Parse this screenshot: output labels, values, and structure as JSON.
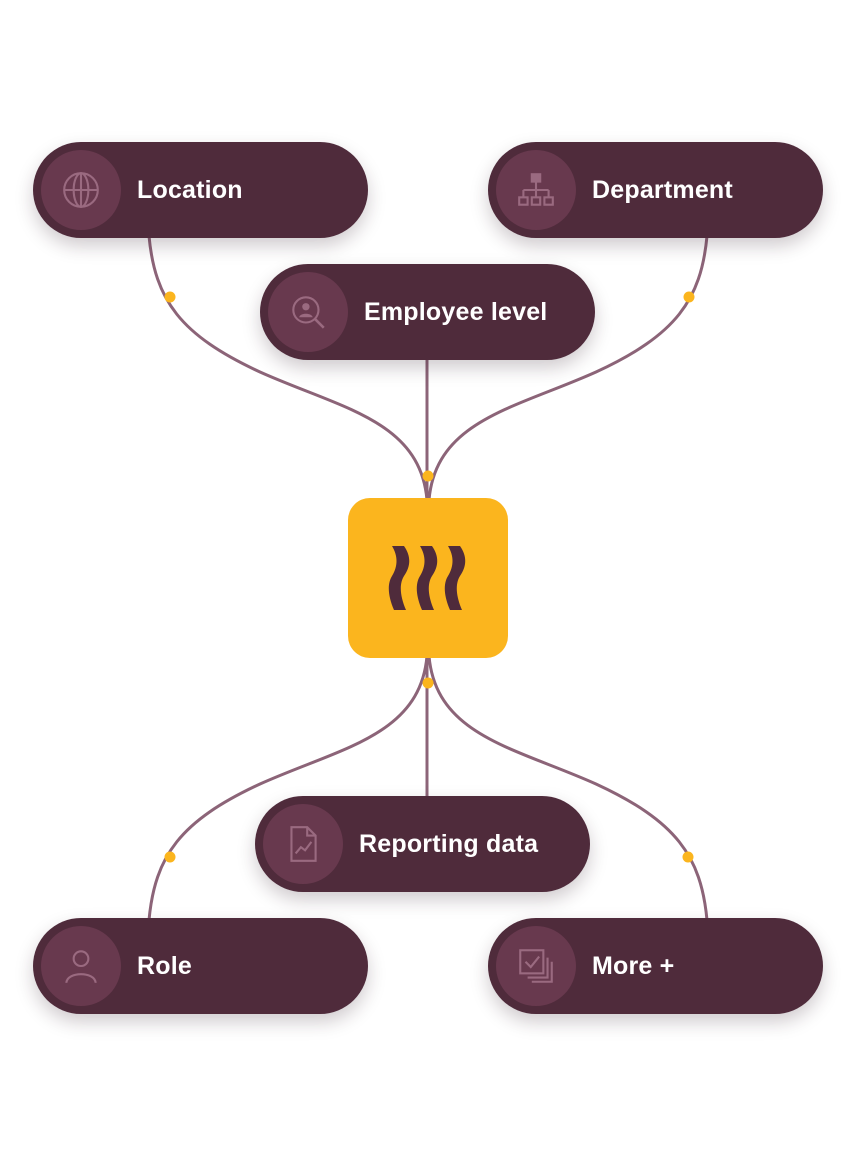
{
  "nodes": {
    "location": {
      "label": "Location",
      "icon": "globe-icon"
    },
    "department": {
      "label": "Department",
      "icon": "org-chart-icon"
    },
    "employee_level": {
      "label": "Employee level",
      "icon": "person-search-icon"
    },
    "reporting_data": {
      "label": "Reporting data",
      "icon": "report-chart-icon"
    },
    "role": {
      "label": "Role",
      "icon": "person-icon"
    },
    "more": {
      "label": "More +",
      "icon": "checkbox-stack-icon"
    }
  },
  "hub": {
    "icon": "brand-logo"
  },
  "colors": {
    "pill_bg": "#4f2b3b",
    "icon_circle": "#68394e",
    "icon_stroke": "#9a6a80",
    "connector": "#8c6478",
    "accent_dot": "#fbb51e",
    "hub_bg": "#fbb51e",
    "logo": "#4f2b3b",
    "label_text": "#ffffff"
  }
}
